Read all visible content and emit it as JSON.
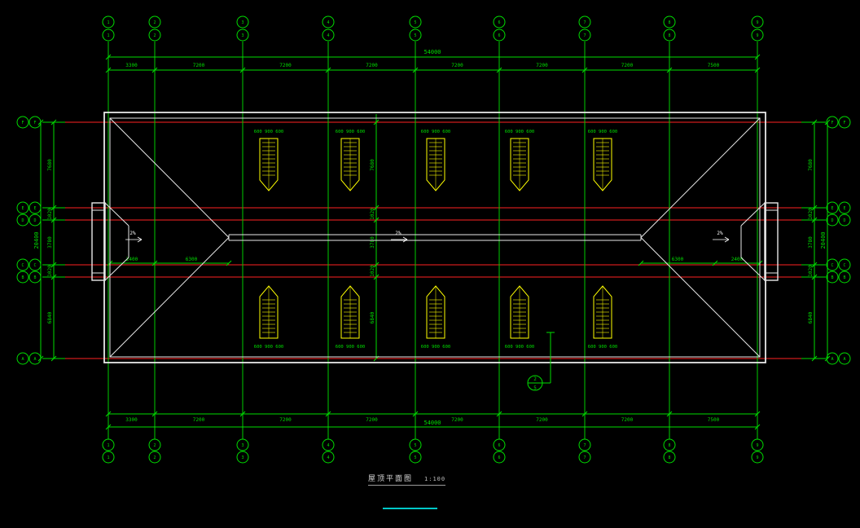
{
  "title": {
    "name": "屋顶平面图",
    "scale": "1:100"
  },
  "colors": {
    "background": "#000000",
    "grid_vertical": "#00cc00",
    "grid_horizontal": "#ff2222",
    "dimension": "#00dd00",
    "outline": "#e8e8e8",
    "skylight": "#ffff00",
    "accent": "#00c8c8",
    "annotation": "#ffffff"
  },
  "axis_bubbles": {
    "top": [
      "1",
      "2",
      "3",
      "4",
      "5",
      "6",
      "7",
      "8",
      "9"
    ],
    "bottom": [
      "1",
      "2",
      "3",
      "4",
      "5",
      "6",
      "7",
      "8",
      "9"
    ],
    "left": [
      "F",
      "E",
      "D",
      "C",
      "B",
      "A"
    ],
    "right": [
      "F",
      "E",
      "D",
      "C",
      "B",
      "A"
    ]
  },
  "dimensions": {
    "top_overall": "54000",
    "top_segments": [
      "3300",
      "7200",
      "7200",
      "7200",
      "7200",
      "7200",
      "7200",
      "7500"
    ],
    "bottom_overall": "54000",
    "bottom_segments": [
      "3300",
      "7200",
      "7200",
      "7200",
      "7200",
      "7200",
      "7200",
      "7500"
    ],
    "left_overall": "20400",
    "left_segments": [
      "7680",
      "1020",
      "3780",
      "1020",
      "6840"
    ],
    "right_overall": "20400",
    "right_segments": [
      "7680",
      "1020",
      "3780",
      "1020",
      "6840"
    ],
    "center_segments": [
      "7680",
      "1020",
      "3780",
      "1020",
      "6840"
    ],
    "inner_left_segments": [
      "2400",
      "6300"
    ],
    "inner_right_segments": [
      "6300",
      "2400"
    ]
  },
  "skylights": {
    "top_labels": [
      "600 900 600",
      "600 900 600",
      "600 900 600",
      "600 900 600",
      "600 900 600"
    ],
    "bottom_labels": [
      "600 900 600",
      "600 900 600",
      "600 900 600",
      "600 900 600",
      "600 900 600"
    ]
  },
  "annotations": {
    "slope": "2%",
    "detail_number": "2",
    "detail_sheet": "5"
  }
}
